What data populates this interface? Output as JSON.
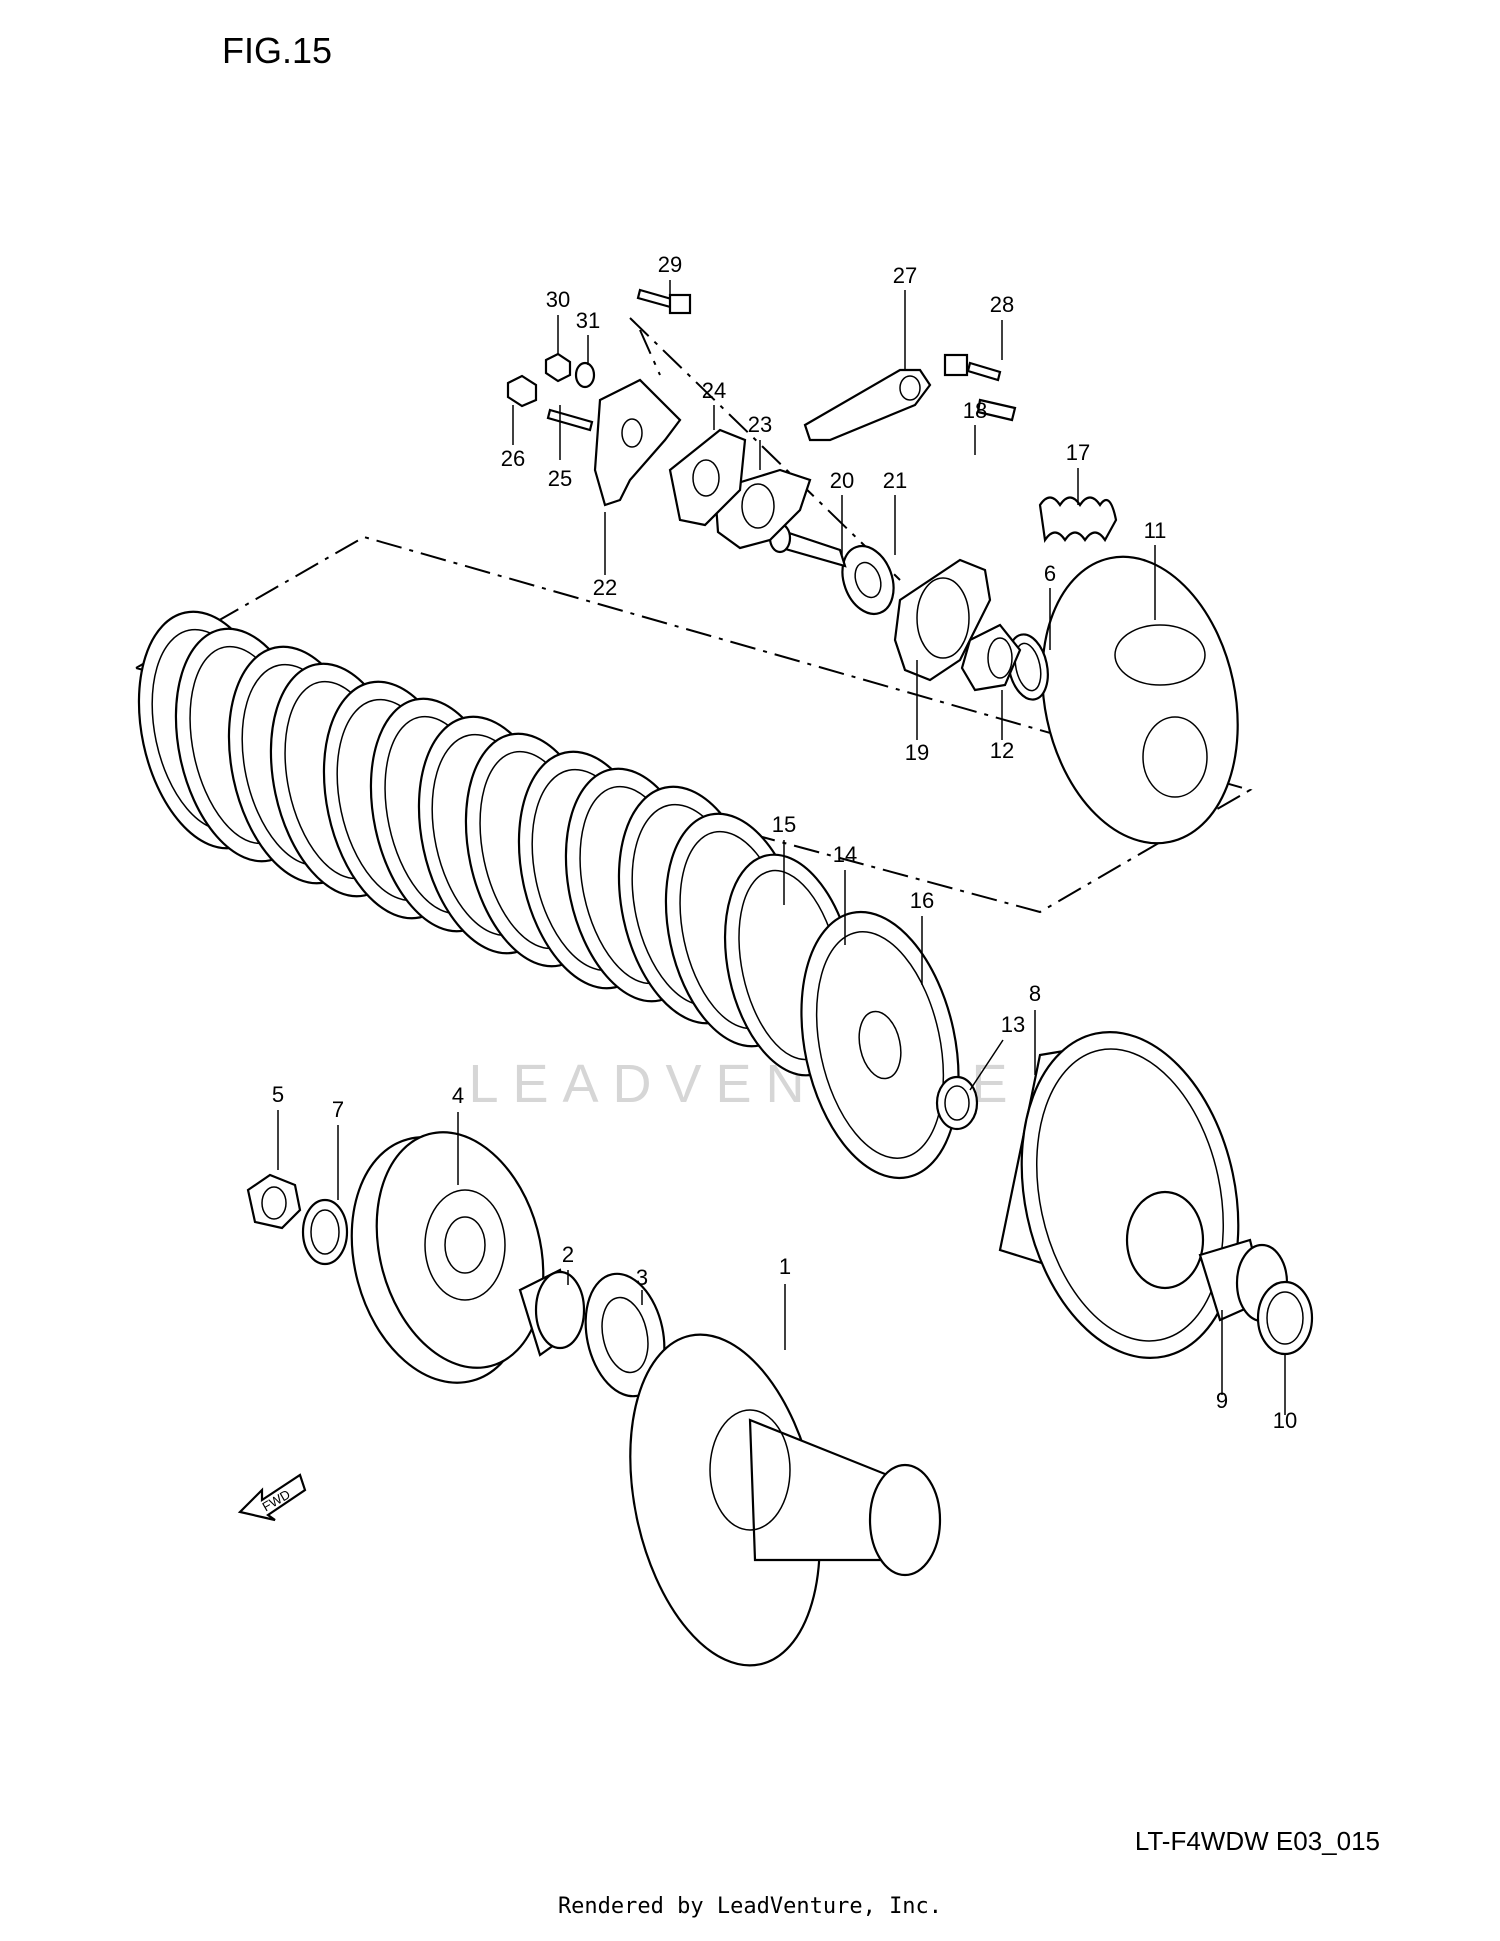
{
  "figure_title": "FIG.15",
  "model_code": "LT-F4WDW E03_015",
  "footer": "Rendered by LeadVenture, Inc.",
  "watermark": "LEADVENTURE",
  "direction_arrow": "FWD",
  "callouts": [
    "1",
    "2",
    "3",
    "4",
    "5",
    "6",
    "7",
    "8",
    "9",
    "10",
    "11",
    "12",
    "13",
    "14",
    "15",
    "16",
    "17",
    "18",
    "19",
    "20",
    "21",
    "22",
    "23",
    "24",
    "25",
    "26",
    "27",
    "28",
    "29",
    "30",
    "31"
  ]
}
